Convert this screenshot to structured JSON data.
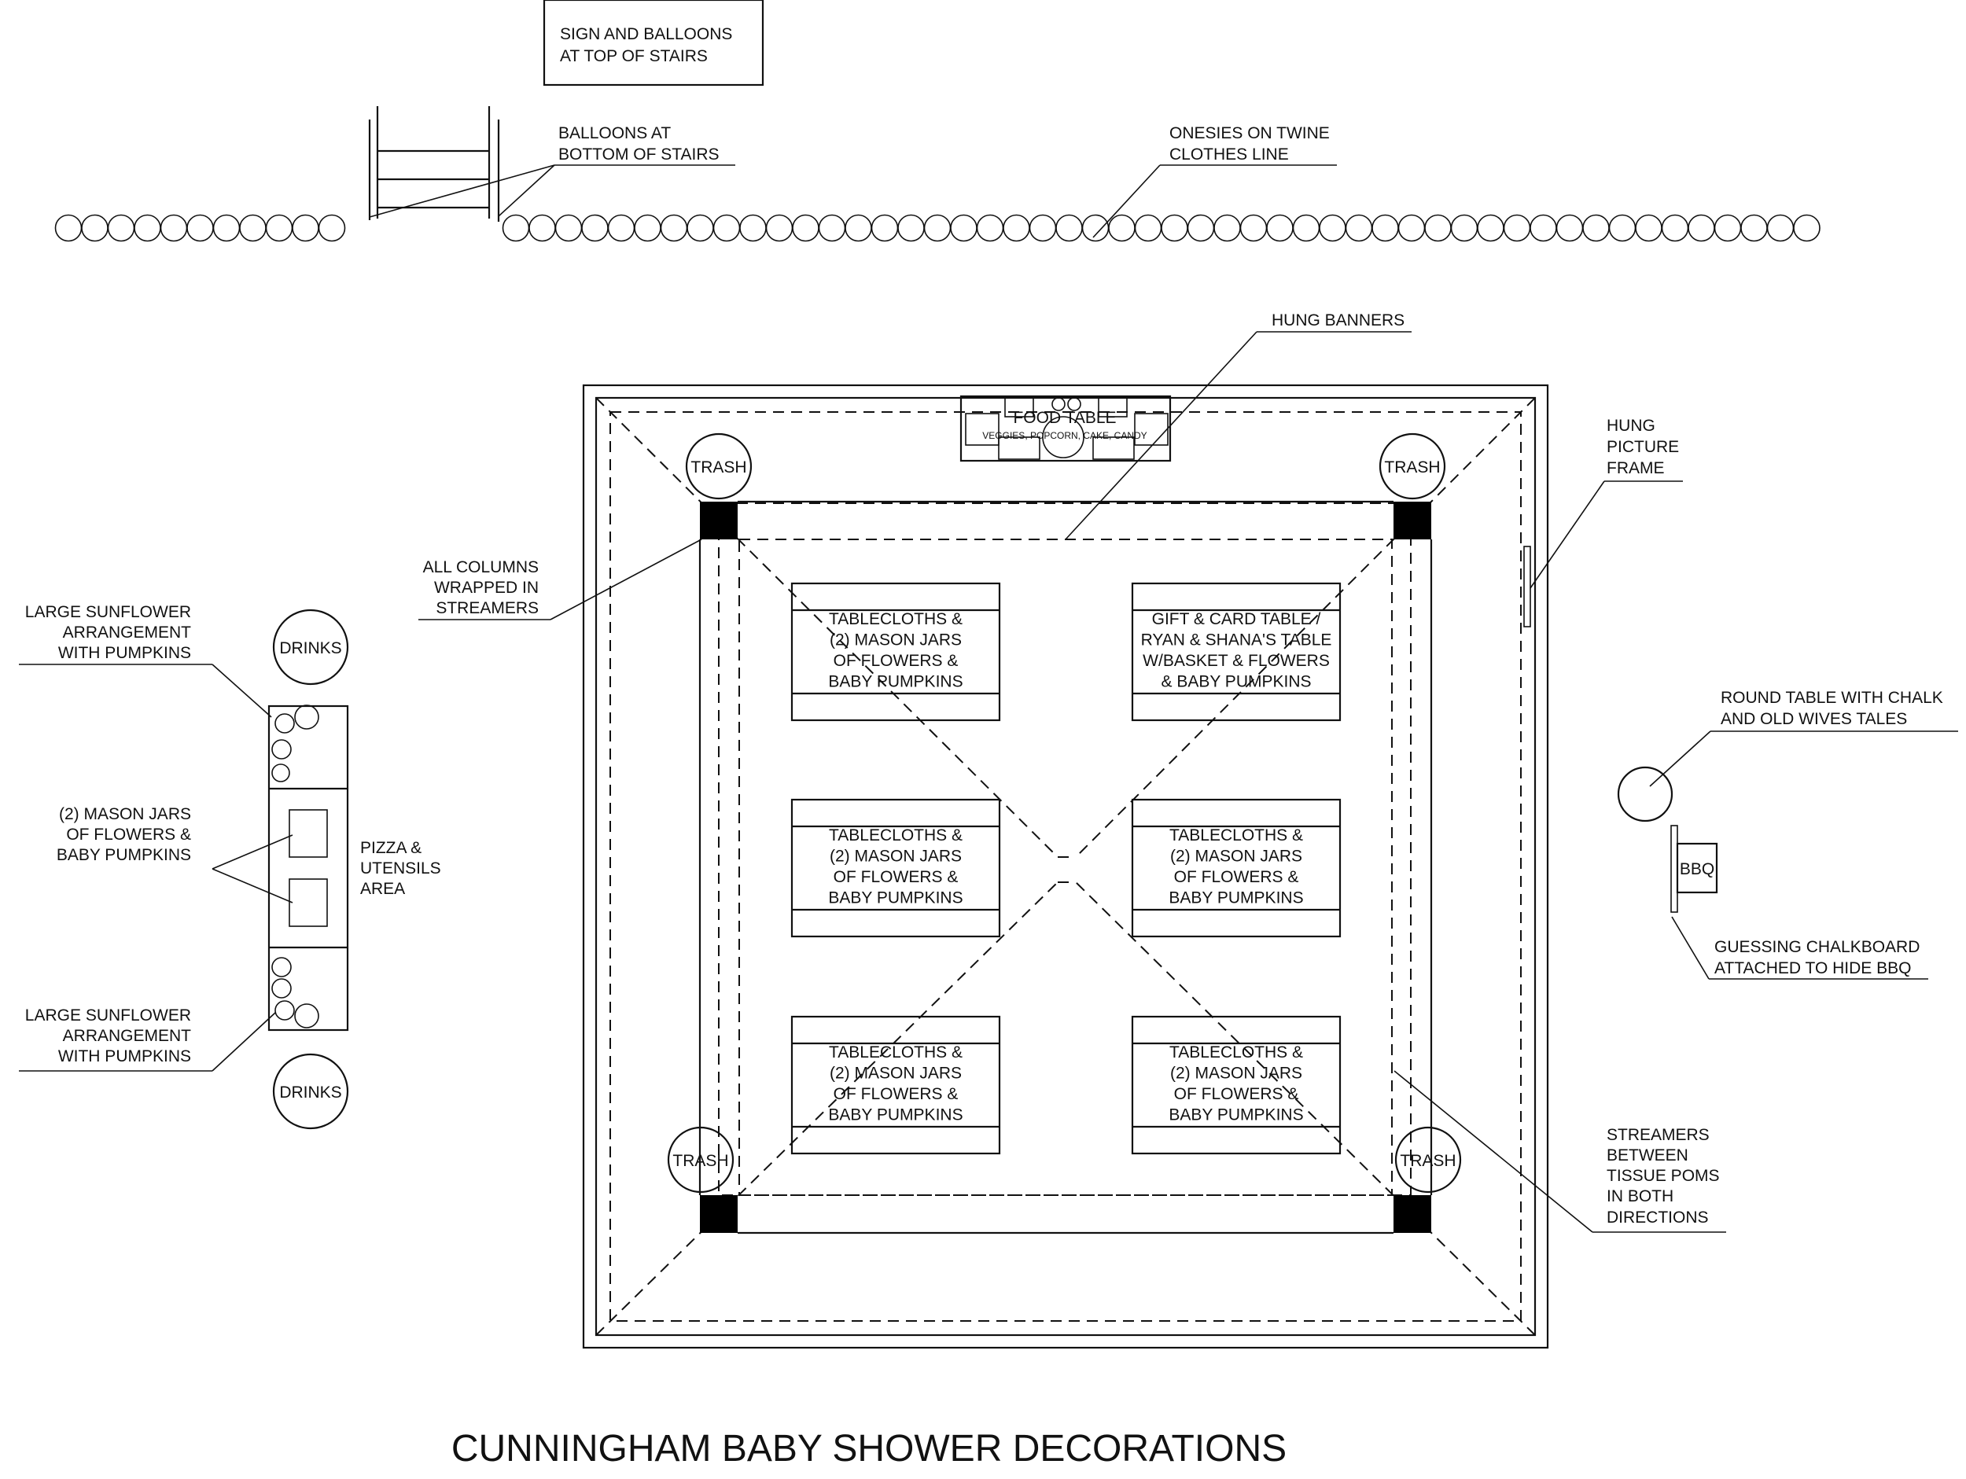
{
  "title": "CUNNINGHAM BABY SHOWER DECORATIONS",
  "labels": {
    "sign": [
      "SIGN AND BALLOONS",
      "AT TOP OF STAIRS"
    ],
    "balloons_bottom": [
      "BALLOONS AT",
      "BOTTOM OF STAIRS"
    ],
    "onesies": [
      "ONESIES ON TWINE",
      "CLOTHES LINE"
    ],
    "hung_banners": [
      "HUNG BANNERS"
    ],
    "hung_picture": [
      "HUNG",
      "PICTURE",
      "FRAME"
    ],
    "columns": [
      "ALL COLUMNS",
      "WRAPPED IN",
      "STREAMERS"
    ],
    "sunflower_top": [
      "LARGE SUNFLOWER",
      "ARRANGEMENT",
      "WITH PUMPKINS"
    ],
    "mason_jars_left": [
      "(2) MASON JARS",
      "OF FLOWERS &",
      "BABY PUMPKINS"
    ],
    "pizza": [
      "PIZZA &",
      "UTENSILS",
      "AREA"
    ],
    "sunflower_bottom": [
      "LARGE SUNFLOWER",
      "ARRANGEMENT",
      "WITH PUMPKINS"
    ],
    "round_table": [
      "ROUND TABLE WITH CHALK",
      "AND OLD WIVES TALES"
    ],
    "chalkboard": [
      "GUESSING CHALKBOARD",
      "ATTACHED TO HIDE BBQ"
    ],
    "streamers": [
      "STREAMERS",
      "BETWEEN",
      "TISSUE POMS",
      "IN BOTH",
      "DIRECTIONS"
    ]
  },
  "food_table": {
    "name": "FOOD TABLE",
    "items": "VEGGIES, POPCORN, CAKE, CANDY"
  },
  "trash": "TRASH",
  "drinks": "DRINKS",
  "bbq": "BBQ",
  "tables": {
    "t1": [
      "TABLECLOTHS &",
      "(2) MASON JARS",
      "OF FLOWERS &",
      "BABY PUMPKINS"
    ],
    "t2": [
      "GIFT & CARD TABLE /",
      "RYAN & SHANA'S TABLE",
      "W/BASKET & FLOWERS",
      "& BABY PUMPKINS"
    ],
    "t3": [
      "TABLECLOTHS &",
      "(2) MASON JARS",
      "OF FLOWERS &",
      "BABY PUMPKINS"
    ],
    "t4": [
      "TABLECLOTHS &",
      "(2) MASON JARS",
      "OF FLOWERS &",
      "BABY PUMPKINS"
    ],
    "t5": [
      "TABLECLOTHS &",
      "(2) MASON JARS",
      "OF FLOWERS &",
      "BABY PUMPKINS"
    ],
    "t6": [
      "TABLECLOTHS &",
      "(2) MASON JARS",
      "OF FLOWERS &",
      "BABY PUMPKINS"
    ]
  }
}
